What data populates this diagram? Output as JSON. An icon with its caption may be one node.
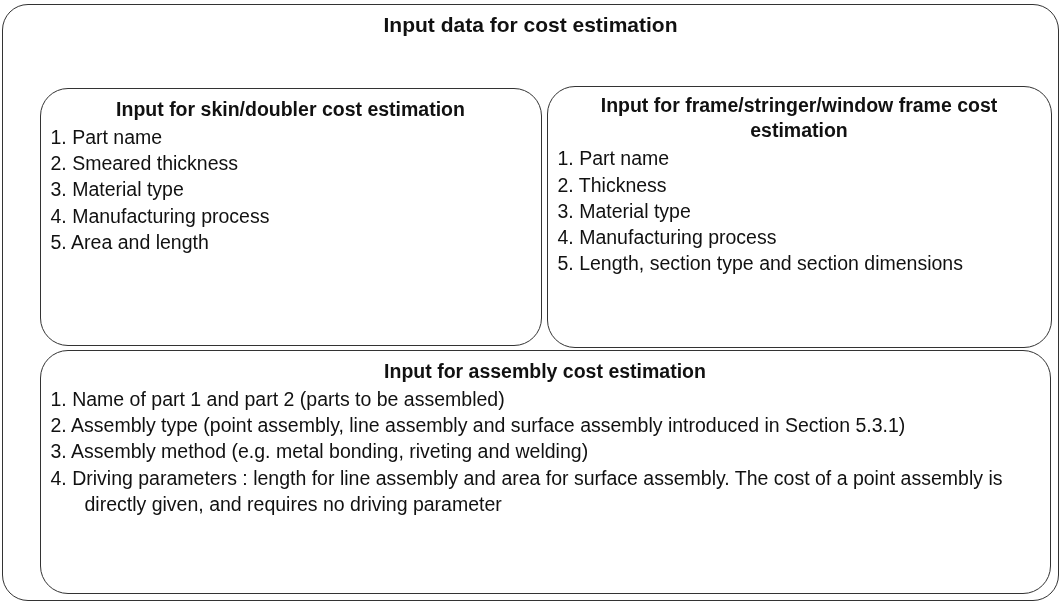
{
  "diagram": {
    "nodes": [
      {
        "text": [
          "Input data for cost estimation"
        ]
      },
      {
        "text": [
          "Input for skin/doubler cost estimation",
          "1. Part name",
          "2. Smeared thickness",
          "3. Material type",
          "4. Manufacturing process",
          "5. Area and length"
        ],
        "in": 0
      },
      {
        "text": [
          "Input for frame/stringer/window frame cost estimation",
          "1. Part name",
          "2. Thickness",
          "3. Material type",
          "4. Manufacturing process",
          "5. Length, section type and section dimensions"
        ],
        "in": 0
      },
      {
        "text": [
          "Input for assembly cost estimation",
          "1. Name of part 1 and part 2 (parts to be assembled)",
          "2. Assembly type (point assembly, line assembly and surface assembly introduced in Section 5.3.1)",
          "3. Assembly method (e.g. metal bonding, riveting and welding)",
          "4. Driving parameters : length for line assembly and area for surface assembly. The cost of a point assembly is directly given, and requires no driving parameter"
        ],
        "in": 0
      }
    ]
  }
}
